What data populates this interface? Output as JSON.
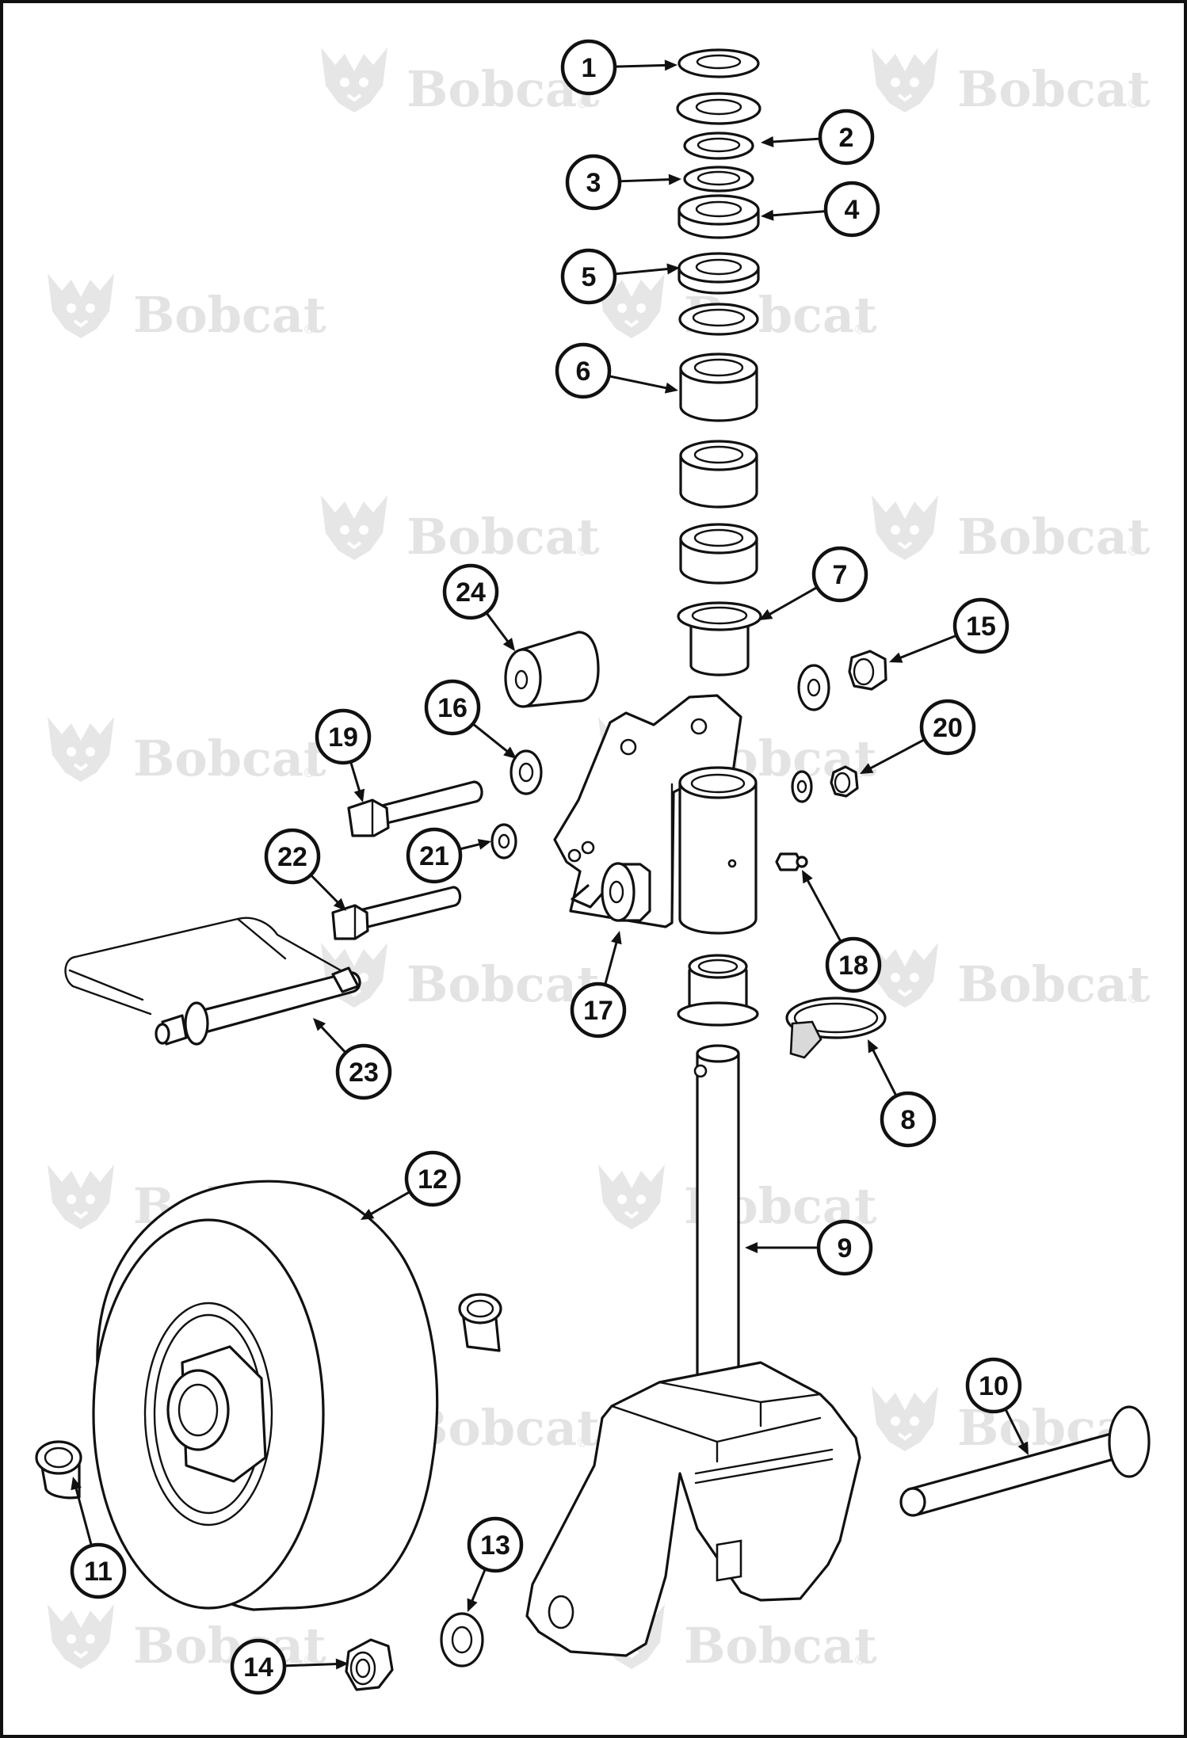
{
  "watermark": {
    "text": "Bobcat",
    "registered_mark": "®"
  },
  "callouts": [
    {
      "number": "1"
    },
    {
      "number": "2"
    },
    {
      "number": "3"
    },
    {
      "number": "4"
    },
    {
      "number": "5"
    },
    {
      "number": "6"
    },
    {
      "number": "7"
    },
    {
      "number": "8"
    },
    {
      "number": "9"
    },
    {
      "number": "10"
    },
    {
      "number": "11"
    },
    {
      "number": "12"
    },
    {
      "number": "13"
    },
    {
      "number": "14"
    },
    {
      "number": "15"
    },
    {
      "number": "16"
    },
    {
      "number": "17"
    },
    {
      "number": "18"
    },
    {
      "number": "19"
    },
    {
      "number": "20"
    },
    {
      "number": "21"
    },
    {
      "number": "22"
    },
    {
      "number": "23"
    },
    {
      "number": "24"
    }
  ],
  "colors": {
    "line": "#111111",
    "watermark": "#e3e3e3",
    "background": "#ffffff"
  }
}
